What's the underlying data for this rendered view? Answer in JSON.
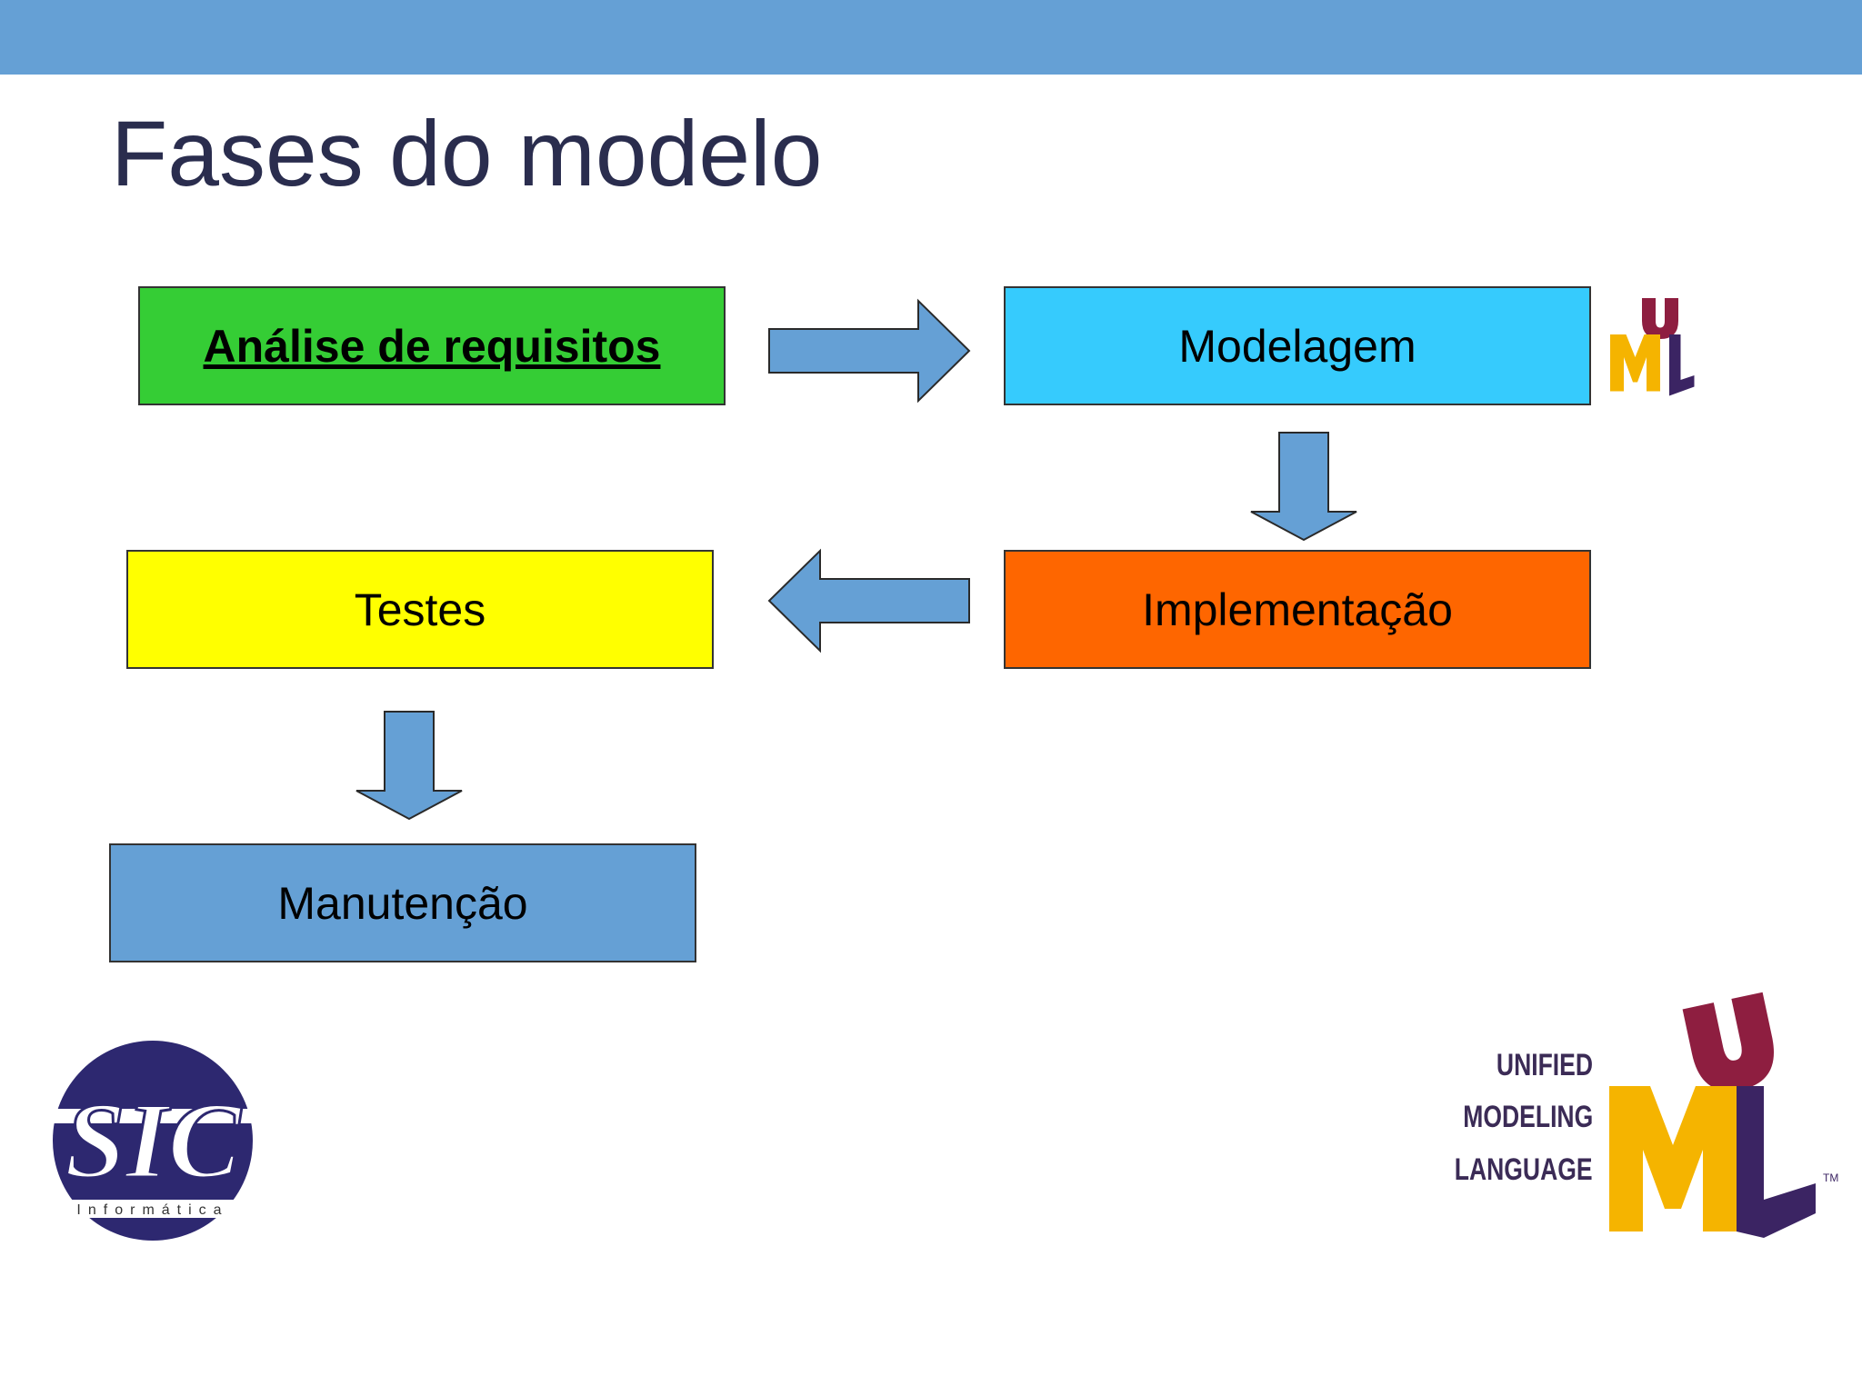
{
  "slide": {
    "title": "Fases do modelo",
    "colors": {
      "header_bar": "#65a0d5",
      "title_text": "#2a2d4e",
      "arrow_fill": "#65a0d5"
    }
  },
  "phases": [
    {
      "id": "analise",
      "label": "Análise de requisitos",
      "color": "#35cd35",
      "emphasis": "bold-underline"
    },
    {
      "id": "modelagem",
      "label": "Modelagem",
      "color": "#36cbfd"
    },
    {
      "id": "implementacao",
      "label": "Implementação",
      "color": "#fe6600"
    },
    {
      "id": "testes",
      "label": "Testes",
      "color": "#ffff00"
    },
    {
      "id": "manutencao",
      "label": "Manutenção",
      "color": "#65a0d5"
    }
  ],
  "flow": [
    {
      "from": "analise",
      "to": "modelagem",
      "direction": "right"
    },
    {
      "from": "modelagem",
      "to": "implementacao",
      "direction": "down"
    },
    {
      "from": "implementacao",
      "to": "testes",
      "direction": "left"
    },
    {
      "from": "testes",
      "to": "manutencao",
      "direction": "down"
    }
  ],
  "logos": {
    "uml_small": {
      "icon": "uml-logo-icon"
    },
    "sic": {
      "icon": "sic-informatica-logo",
      "text": "SIC",
      "subtext": "Informática"
    },
    "uml_large": {
      "icon": "uml-logo-icon",
      "lines": [
        "UNIFIED",
        "MODELING",
        "LANGUAGE"
      ],
      "trademark": "TM"
    }
  }
}
